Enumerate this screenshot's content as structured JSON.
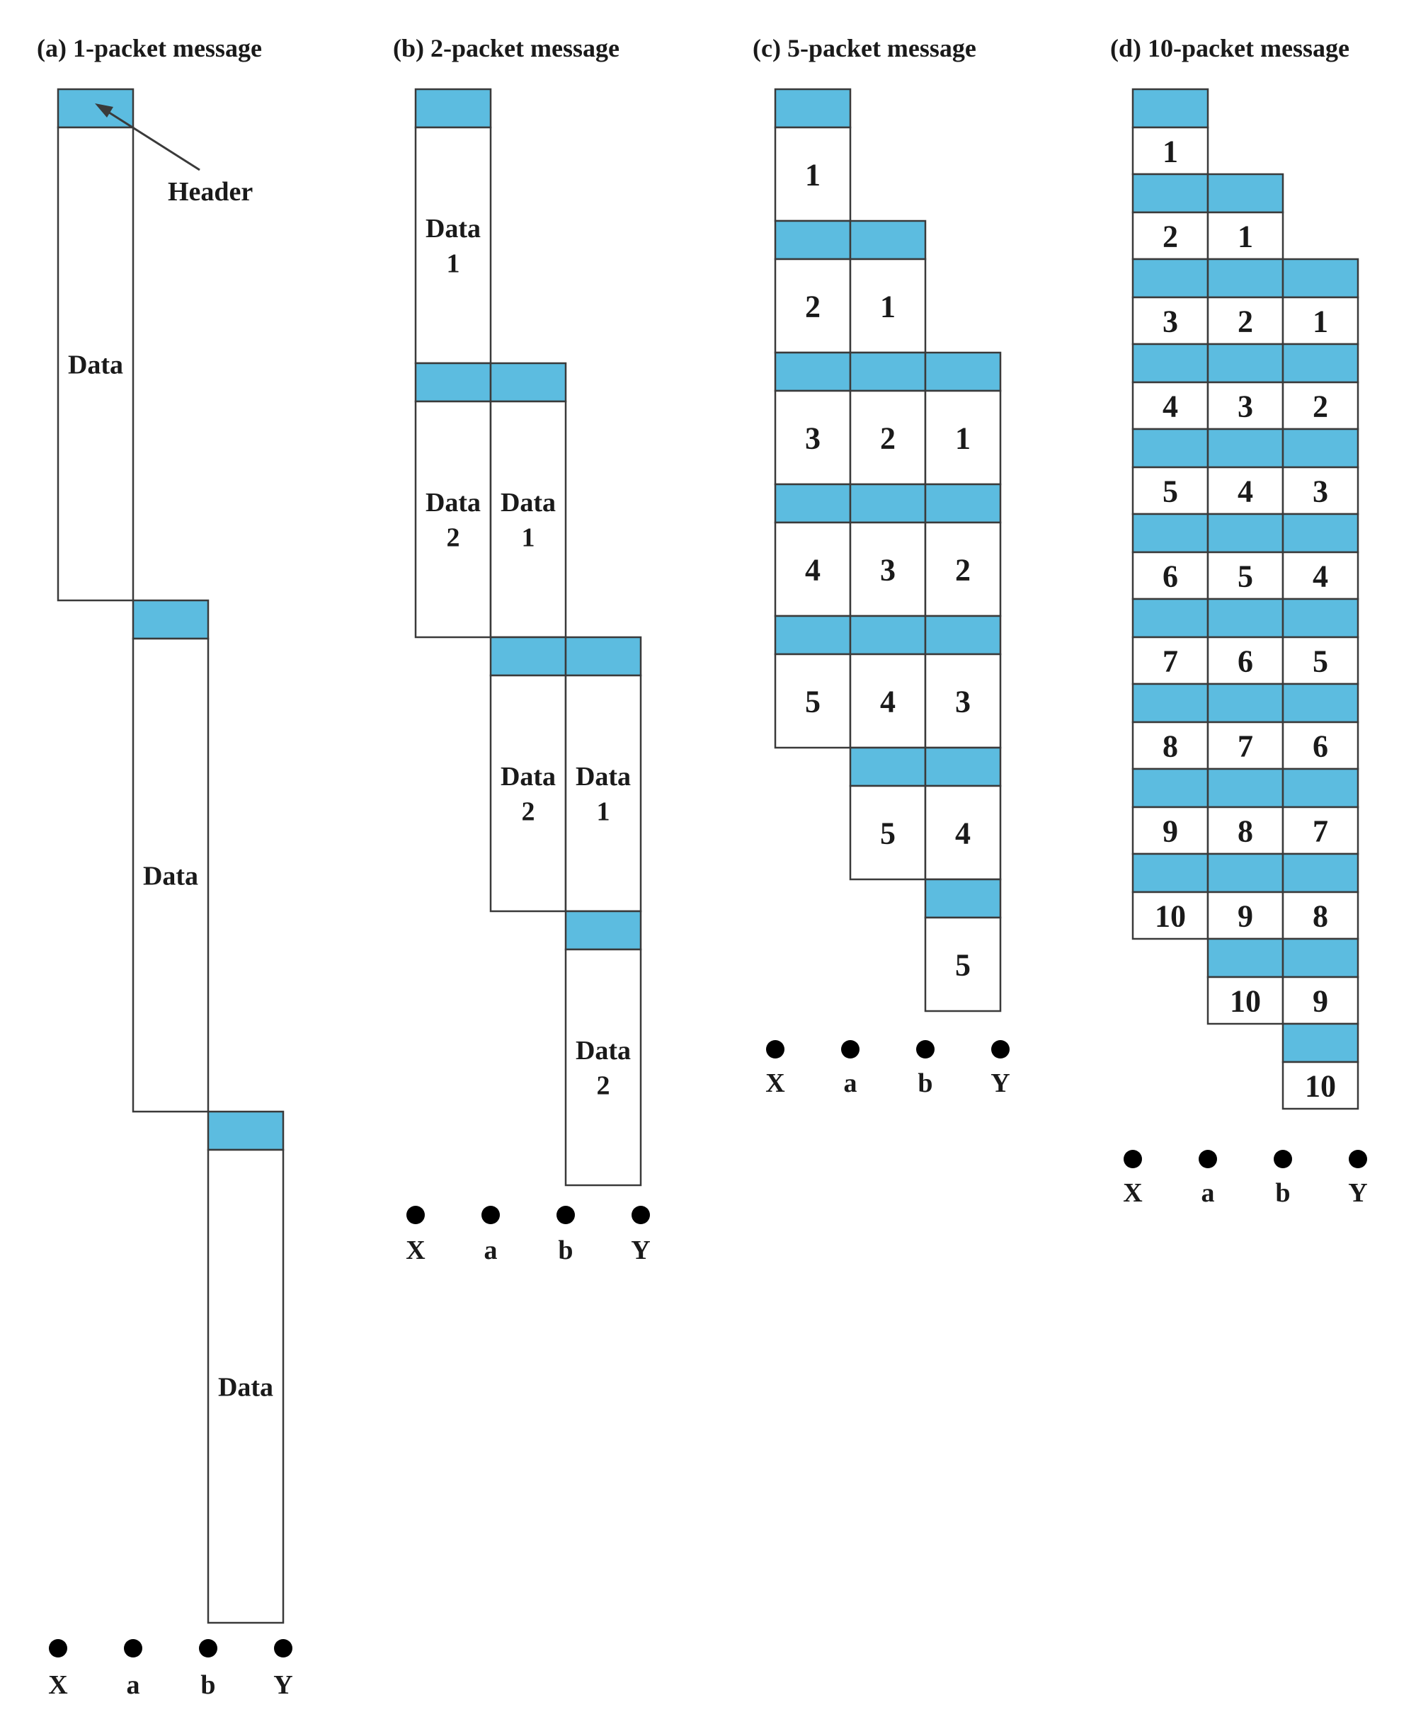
{
  "colors": {
    "header_fill": "#5cbce0",
    "outline": "#3a3a3a",
    "text": "#1a1a1a"
  },
  "panels": [
    {
      "title": "(a) 1-packet message",
      "node_labels": [
        "X",
        "a",
        "b",
        "Y"
      ],
      "packet_count": 1,
      "data_labels": [
        [
          "Data"
        ]
      ],
      "header_callout": "Header"
    },
    {
      "title": "(b) 2-packet message",
      "node_labels": [
        "X",
        "a",
        "b",
        "Y"
      ],
      "packet_count": 2,
      "data_labels": [
        [
          "Data",
          "1"
        ],
        [
          "Data",
          "2"
        ]
      ]
    },
    {
      "title": "(c) 5-packet message",
      "node_labels": [
        "X",
        "a",
        "b",
        "Y"
      ],
      "packet_count": 5,
      "data_labels": [
        [
          "1"
        ],
        [
          "2"
        ],
        [
          "3"
        ],
        [
          "4"
        ],
        [
          "5"
        ]
      ]
    },
    {
      "title": "(d) 10-packet message",
      "node_labels": [
        "X",
        "a",
        "b",
        "Y"
      ],
      "packet_count": 10,
      "data_labels": [
        [
          "1"
        ],
        [
          "2"
        ],
        [
          "3"
        ],
        [
          "4"
        ],
        [
          "5"
        ],
        [
          "6"
        ],
        [
          "7"
        ],
        [
          "8"
        ],
        [
          "9"
        ],
        [
          "10"
        ]
      ]
    }
  ]
}
